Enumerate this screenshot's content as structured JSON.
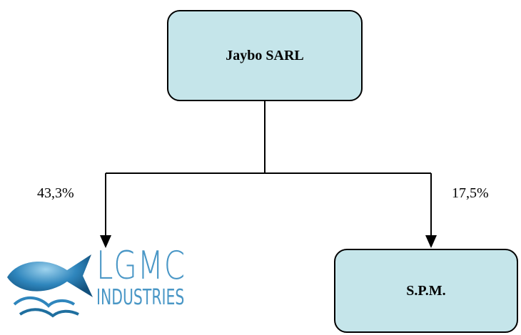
{
  "parent": {
    "label": "Jaybo SARL"
  },
  "children": [
    {
      "share": "43,3%",
      "logo": {
        "line1": "LGMC",
        "line2": "INDUSTRIES"
      }
    },
    {
      "share": "17,5%",
      "label": "S.P.M."
    }
  ],
  "colors": {
    "box_fill": "#c5e5ea",
    "logo_text": "#4a97c6",
    "logo_fish": "#1f6f9f",
    "lines": "#000000"
  }
}
